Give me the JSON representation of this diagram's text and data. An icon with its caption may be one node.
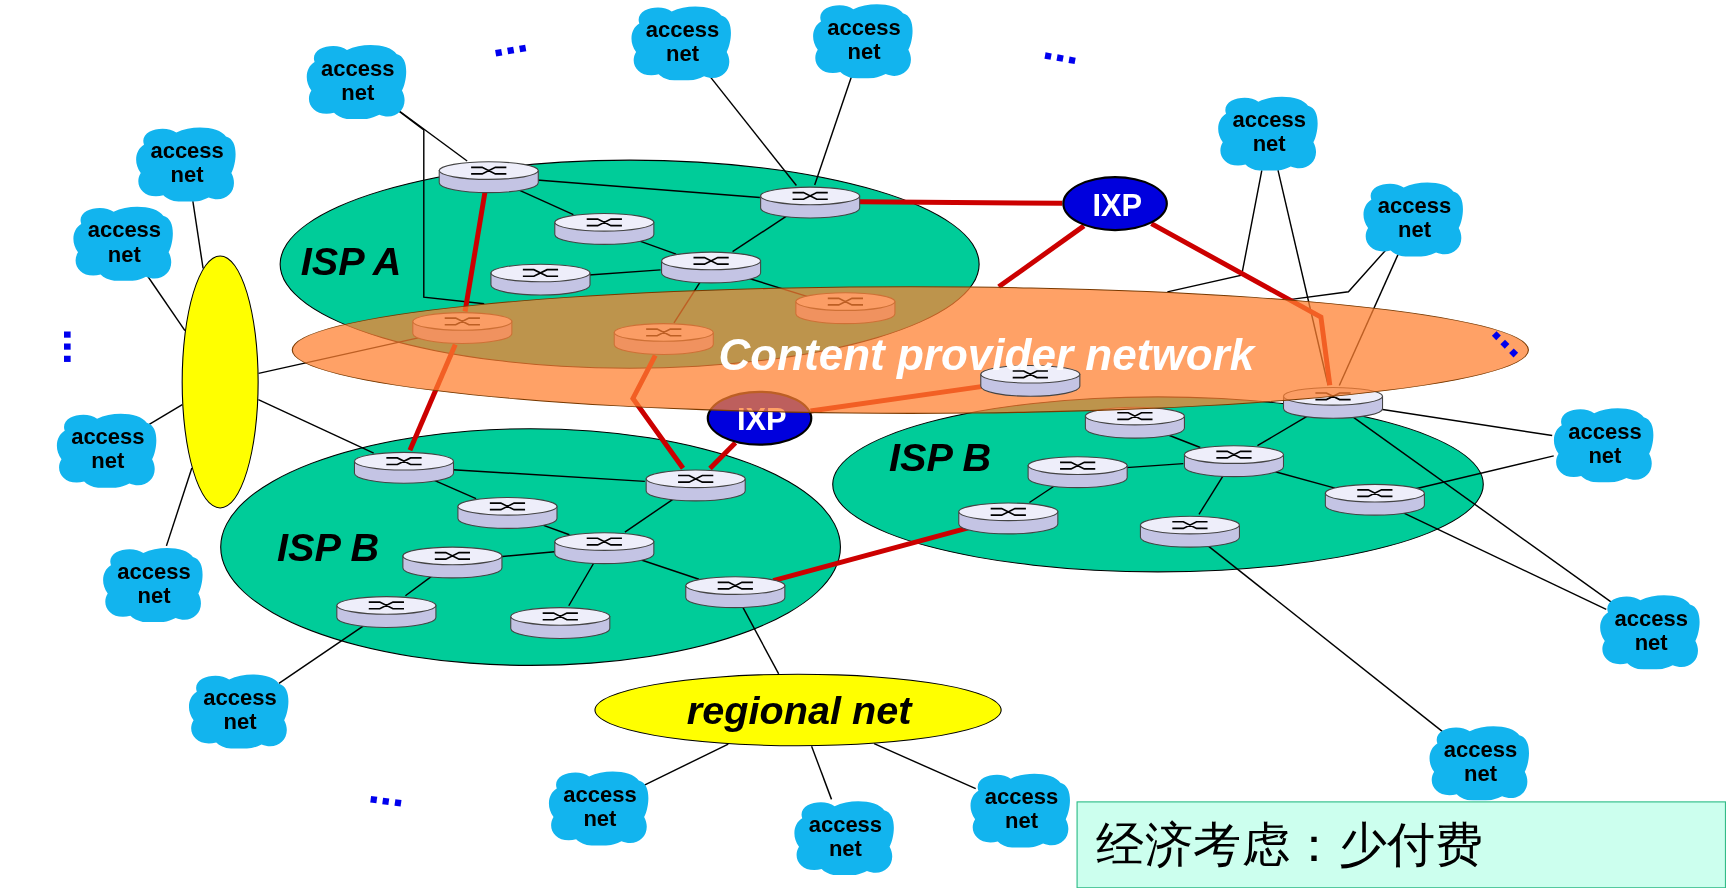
{
  "diagram": {
    "nodes": [
      {
        "text": [
          "ISP A"
        ]
      },
      {
        "text": [
          "ISP B"
        ]
      },
      {
        "text": [
          "ISP B"
        ]
      },
      {
        "text": [
          "Content provider network"
        ]
      },
      {
        "text": [
          "IXP"
        ]
      },
      {
        "text": [
          "IXP"
        ]
      },
      {
        "text": [],
        "shape": "ellipse"
      },
      {
        "text": [
          "regional net"
        ]
      },
      {
        "text": [],
        "shape": "router",
        "in": 0
      },
      {
        "text": [],
        "shape": "router",
        "in": 0
      },
      {
        "text": [],
        "shape": "router",
        "in": 0
      },
      {
        "text": [],
        "shape": "router",
        "in": 0
      },
      {
        "text": [],
        "shape": "router",
        "in": 0
      },
      {
        "text": [],
        "shape": "router"
      },
      {
        "text": [],
        "shape": "router"
      },
      {
        "text": [],
        "shape": "router"
      },
      {
        "text": [],
        "shape": "router",
        "in": 3
      },
      {
        "text": [],
        "shape": "router",
        "in": 2
      },
      {
        "text": [],
        "shape": "router",
        "in": 1
      },
      {
        "text": [],
        "shape": "router",
        "in": 1
      },
      {
        "text": [],
        "shape": "router",
        "in": 1
      },
      {
        "text": [],
        "shape": "router",
        "in": 1
      },
      {
        "text": [],
        "shape": "router",
        "in": 1
      },
      {
        "text": [],
        "shape": "router",
        "in": 1
      },
      {
        "text": [],
        "shape": "router",
        "in": 1
      },
      {
        "text": [],
        "shape": "router",
        "in": 1
      },
      {
        "text": [],
        "shape": "router",
        "in": 2
      },
      {
        "text": [],
        "shape": "router",
        "in": 2
      },
      {
        "text": [],
        "shape": "router",
        "in": 2
      },
      {
        "text": [],
        "shape": "router",
        "in": 2
      },
      {
        "text": [],
        "shape": "router",
        "in": 2
      },
      {
        "text": [],
        "shape": "router",
        "in": 2
      },
      {
        "text": [
          "access net"
        ]
      },
      {
        "text": [
          "access net"
        ]
      },
      {
        "text": [
          "access net"
        ]
      },
      {
        "text": [
          "access net"
        ]
      },
      {
        "text": [
          "access net"
        ]
      },
      {
        "text": [
          "access net"
        ]
      },
      {
        "text": [
          "access net"
        ]
      },
      {
        "text": [
          "access net"
        ]
      },
      {
        "text": [
          "access net"
        ]
      },
      {
        "text": [
          "access net"
        ]
      },
      {
        "text": [
          "access net"
        ]
      },
      {
        "text": [
          "access net"
        ]
      },
      {
        "text": [
          "access net"
        ]
      },
      {
        "text": [
          "access net"
        ]
      },
      {
        "text": [
          "access net"
        ]
      },
      {
        "text": [
          "access net"
        ]
      },
      {
        "text": [
          "经济考虑：少付费"
        ]
      }
    ],
    "edges": [
      {
        "from": 32,
        "to": 8,
        "arrow": "none"
      },
      {
        "from": 32,
        "to": 3,
        "arrow": "none"
      },
      {
        "from": 33,
        "to": 9,
        "arrow": "none"
      },
      {
        "from": 34,
        "to": 9,
        "arrow": "none"
      },
      {
        "from": 35,
        "to": 6,
        "arrow": "none"
      },
      {
        "from": 36,
        "to": 6,
        "arrow": "none"
      },
      {
        "from": 39,
        "to": 6,
        "arrow": "none"
      },
      {
        "from": 41,
        "to": 6,
        "arrow": "none"
      },
      {
        "from": 6,
        "to": 13,
        "arrow": "none"
      },
      {
        "from": 6,
        "to": 18,
        "arrow": "none"
      },
      {
        "from": 43,
        "to": 23,
        "arrow": "none"
      },
      {
        "from": 7,
        "to": 25,
        "arrow": "none"
      },
      {
        "from": 7,
        "to": 45,
        "arrow": "none"
      },
      {
        "from": 7,
        "to": 46,
        "arrow": "none"
      },
      {
        "from": 7,
        "to": 47,
        "arrow": "none"
      },
      {
        "from": 37,
        "to": 3,
        "arrow": "none"
      },
      {
        "from": 37,
        "to": 17,
        "arrow": "none"
      },
      {
        "from": 38,
        "to": 3,
        "arrow": "none"
      },
      {
        "from": 38,
        "to": 17,
        "arrow": "none"
      },
      {
        "from": 40,
        "to": 29,
        "arrow": "none"
      },
      {
        "from": 40,
        "to": 17,
        "arrow": "none"
      },
      {
        "from": 42,
        "to": 29,
        "arrow": "none"
      },
      {
        "from": 42,
        "to": 17,
        "arrow": "none"
      },
      {
        "from": 44,
        "to": 31,
        "arrow": "none"
      },
      {
        "from": 8,
        "to": 9,
        "arrow": "none"
      },
      {
        "from": 8,
        "to": 10,
        "arrow": "none"
      },
      {
        "from": 10,
        "to": 11,
        "arrow": "none"
      },
      {
        "from": 11,
        "to": 9,
        "arrow": "none"
      },
      {
        "from": 12,
        "to": 11,
        "arrow": "none"
      },
      {
        "from": 11,
        "to": 14,
        "arrow": "none"
      },
      {
        "from": 11,
        "to": 15,
        "arrow": "none"
      },
      {
        "from": 18,
        "to": 19,
        "arrow": "none"
      },
      {
        "from": 18,
        "to": 20,
        "arrow": "none"
      },
      {
        "from": 20,
        "to": 21,
        "arrow": "none"
      },
      {
        "from": 21,
        "to": 19,
        "arrow": "none"
      },
      {
        "from": 21,
        "to": 22,
        "arrow": "none"
      },
      {
        "from": 22,
        "to": 23,
        "arrow": "none"
      },
      {
        "from": 21,
        "to": 24,
        "arrow": "none"
      },
      {
        "from": 21,
        "to": 25,
        "arrow": "none"
      },
      {
        "from": 28,
        "to": 27,
        "arrow": "none"
      },
      {
        "from": 27,
        "to": 29,
        "arrow": "none"
      },
      {
        "from": 27,
        "to": 31,
        "arrow": "none"
      },
      {
        "from": 30,
        "to": 28,
        "arrow": "none"
      },
      {
        "from": 27,
        "to": 17,
        "arrow": "none"
      },
      {
        "from": 26,
        "to": 27,
        "arrow": "none"
      },
      {
        "from": 8,
        "to": 13,
        "arrow": "none",
        "style": "thick",
        "color": "#cc0000"
      },
      {
        "from": 13,
        "to": 18,
        "arrow": "none",
        "style": "thick",
        "color": "#cc0000"
      },
      {
        "from": 9,
        "to": 4,
        "arrow": "none",
        "style": "thick",
        "color": "#cc0000"
      },
      {
        "from": 4,
        "to": 3,
        "arrow": "none",
        "style": "thick",
        "color": "#cc0000"
      },
      {
        "from": 4,
        "to": 17,
        "arrow": "none",
        "style": "thick",
        "color": "#cc0000"
      },
      {
        "from": 19,
        "to": 5,
        "arrow": "none",
        "style": "thick",
        "color": "#cc0000"
      },
      {
        "from": 19,
        "to": 14,
        "arrow": "none",
        "style": "thick",
        "color": "#cc0000"
      },
      {
        "from": 5,
        "to": 16,
        "arrow": "none",
        "style": "thick",
        "color": "#cc0000"
      },
      {
        "from": 25,
        "to": 30,
        "arrow": "none",
        "style": "thick",
        "color": "#cc0000"
      }
    ],
    "labels": [
      "...",
      "...",
      "...",
      "...",
      "..."
    ]
  }
}
